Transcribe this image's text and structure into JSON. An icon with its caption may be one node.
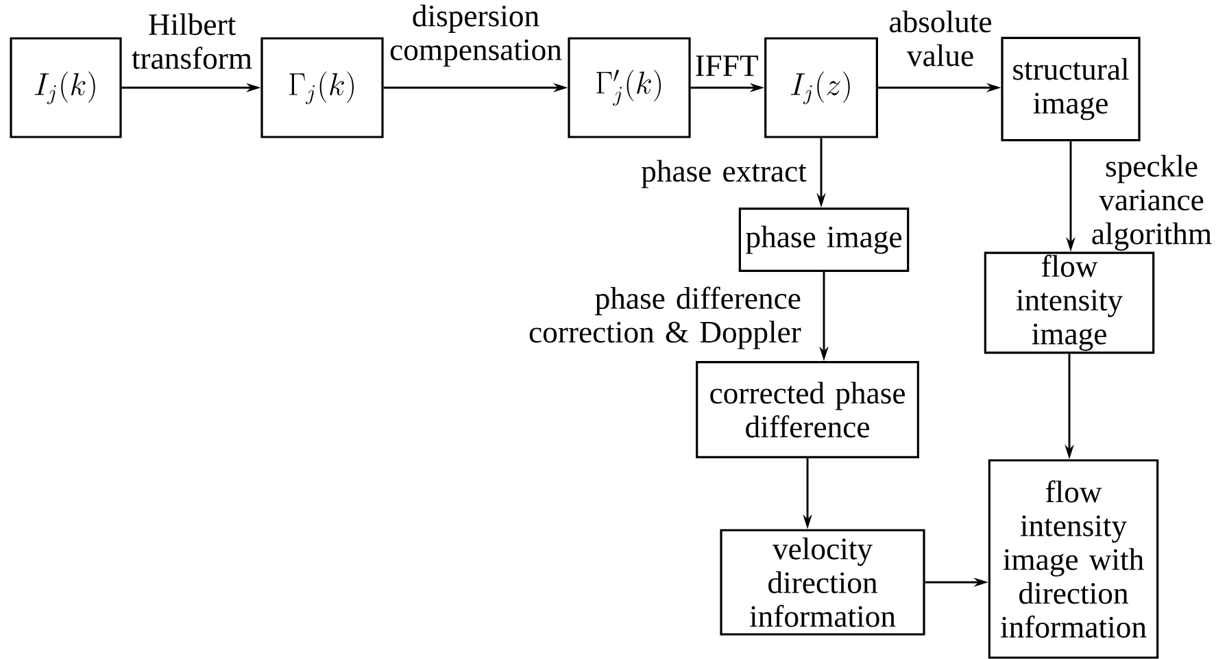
{
  "diagram": {
    "nodes": [
      {
        "text": [
          "I_j(k)"
        ]
      },
      {
        "text": [
          "\\Gamma_j(k)"
        ]
      },
      {
        "text": [
          "\\Gamma'_j(k)"
        ]
      },
      {
        "text": [
          "I_j(z)"
        ]
      },
      {
        "text": [
          "structural image"
        ]
      },
      {
        "text": [
          "phase image"
        ]
      },
      {
        "text": [
          "flow intensity image"
        ]
      },
      {
        "text": [
          "corrected phase difference"
        ]
      },
      {
        "text": [
          "velocity direction information"
        ]
      },
      {
        "text": [
          "flow intensity image with direction information"
        ]
      }
    ],
    "edges": [
      {
        "from": 0,
        "to": 1,
        "arrow": "to",
        "label": "Hilbert transform"
      },
      {
        "from": 1,
        "to": 2,
        "arrow": "to",
        "label": "dispersion compensation"
      },
      {
        "from": 2,
        "to": 3,
        "arrow": "to",
        "label": "IFFT"
      },
      {
        "from": 3,
        "to": 4,
        "arrow": "to",
        "label": "absolute value"
      },
      {
        "from": 3,
        "to": 5,
        "arrow": "to",
        "label": "phase extract"
      },
      {
        "from": 4,
        "to": 6,
        "arrow": "to",
        "label": "speckle variance algorithm"
      },
      {
        "from": 5,
        "to": 7,
        "arrow": "to",
        "label": "phase difference correction & Doppler"
      },
      {
        "from": 6,
        "to": 9,
        "arrow": "to"
      },
      {
        "from": 7,
        "to": 8,
        "arrow": "to"
      },
      {
        "from": 8,
        "to": 9,
        "arrow": "to"
      }
    ]
  }
}
